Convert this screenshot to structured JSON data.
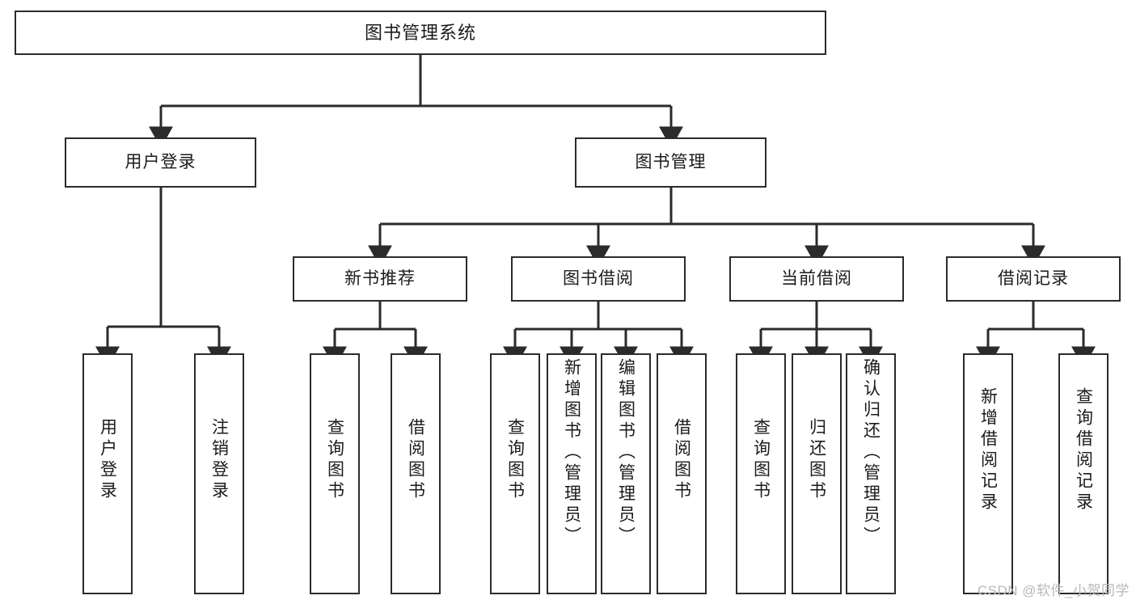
{
  "diagram": {
    "title": "图书管理系统",
    "type": "tree-hierarchy-diagram",
    "watermark": "CSDN @软件_小贺同学",
    "colors": {
      "box_border": "#2b2b2b",
      "box_fill": "#ffffff",
      "edge": "#2b2b2b",
      "text": "#1b1b1b",
      "background": "#ffffff",
      "watermark": "#b8b8b8"
    },
    "nodes": {
      "root": {
        "label": "图书管理系统"
      },
      "level2": [
        {
          "id": "user-login",
          "label": "用户登录"
        },
        {
          "id": "book-management",
          "label": "图书管理"
        }
      ],
      "level3": [
        {
          "id": "new-book-recommend",
          "label": "新书推荐"
        },
        {
          "id": "book-borrow",
          "label": "图书借阅"
        },
        {
          "id": "current-borrow",
          "label": "当前借阅"
        },
        {
          "id": "borrow-record",
          "label": "借阅记录"
        }
      ],
      "leaves": {
        "user_login": [
          {
            "id": "leaf-user-login",
            "label": "用户登录"
          },
          {
            "id": "leaf-logout-login",
            "label": "注销登录"
          }
        ],
        "new_book_recommend": [
          {
            "id": "leaf-query-book-1",
            "label": "查询图书"
          },
          {
            "id": "leaf-borrow-book-1",
            "label": "借阅图书"
          }
        ],
        "book_borrow": [
          {
            "id": "leaf-query-book-2",
            "label": "查询图书"
          },
          {
            "id": "leaf-add-book",
            "label": "新增图书（管理员）"
          },
          {
            "id": "leaf-edit-book",
            "label": "编辑图书（管理员）"
          },
          {
            "id": "leaf-borrow-book-2",
            "label": "借阅图书"
          }
        ],
        "current_borrow": [
          {
            "id": "leaf-query-book-3",
            "label": "查询图书"
          },
          {
            "id": "leaf-return-book",
            "label": "归还图书"
          },
          {
            "id": "leaf-confirm-return",
            "label": "确认归还（管理员）"
          }
        ],
        "borrow_record": [
          {
            "id": "leaf-add-record",
            "label": "新增借阅记录"
          },
          {
            "id": "leaf-query-record",
            "label": "查询借阅记录"
          }
        ]
      }
    }
  }
}
